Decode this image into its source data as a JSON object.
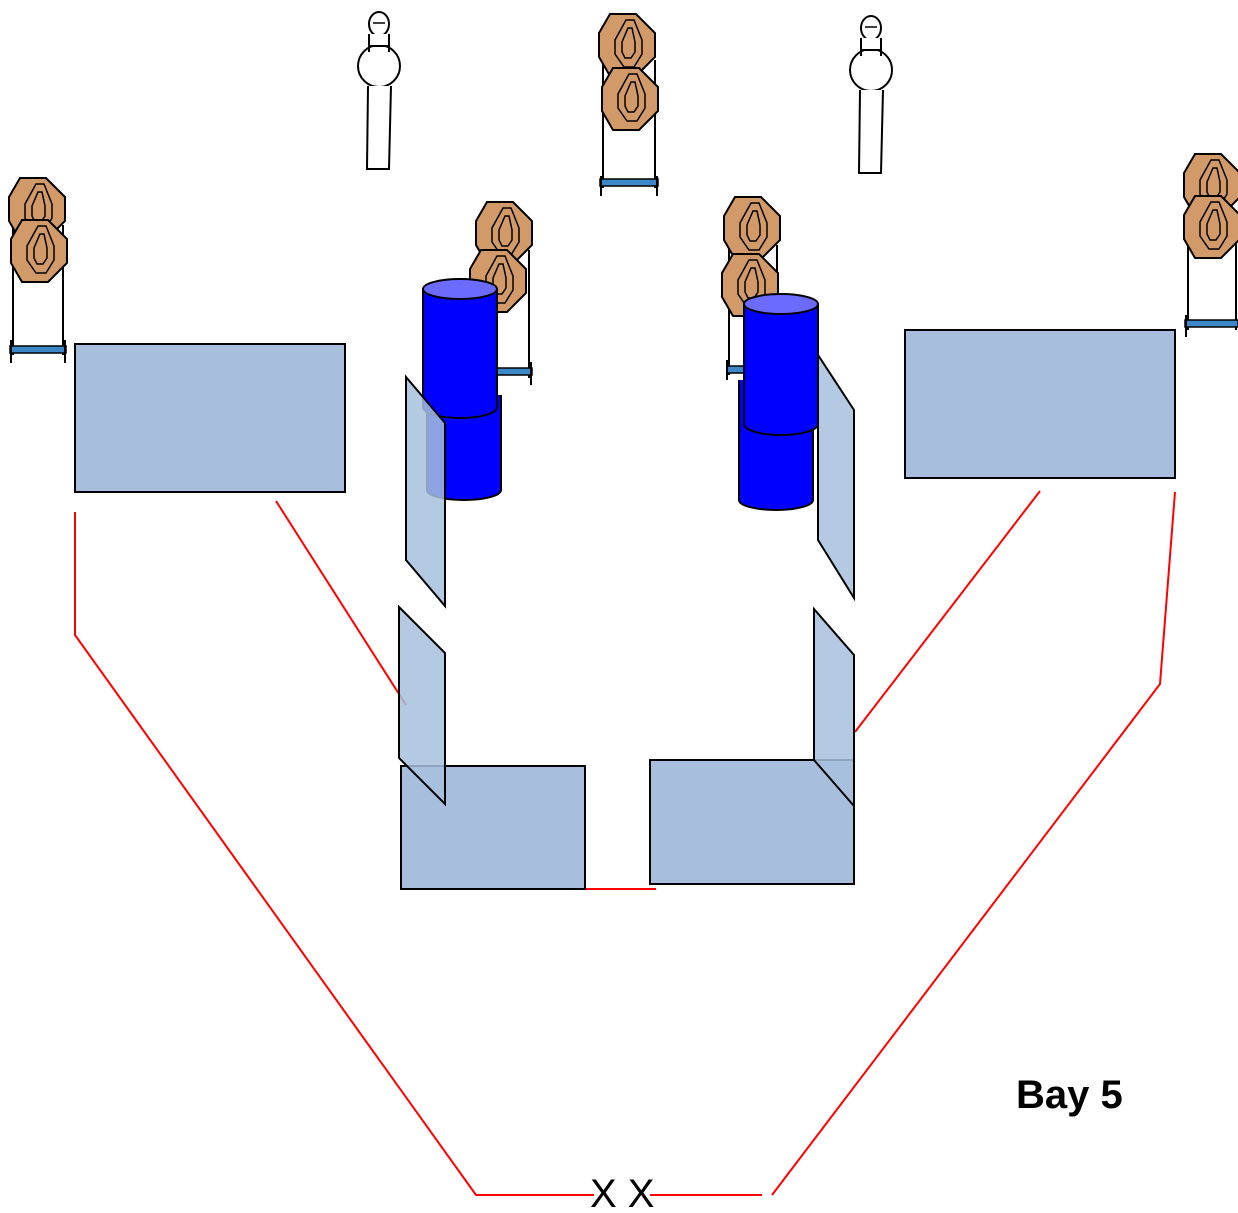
{
  "stage": {
    "bay_label": "Bay 5",
    "start_position_marks": "X X"
  },
  "colors": {
    "background": "#ffffff",
    "fault_line": "#ff0000",
    "wall": "#a7bfdd",
    "wall_outline": "#000000",
    "barrel": "#0000ff",
    "barrel_top": "#6b6bff",
    "steel_target": "#d29a68",
    "target_stand": "#3b87c8",
    "no_shoot": "#ffffff"
  },
  "icons": {
    "steel_target": "octagon-steel-target-icon",
    "no_shoot": "no-shoot-silhouette-icon",
    "barrel": "barrel-icon",
    "wall": "vision-barrier-wall",
    "start_mark": "start-position-x-icon"
  }
}
